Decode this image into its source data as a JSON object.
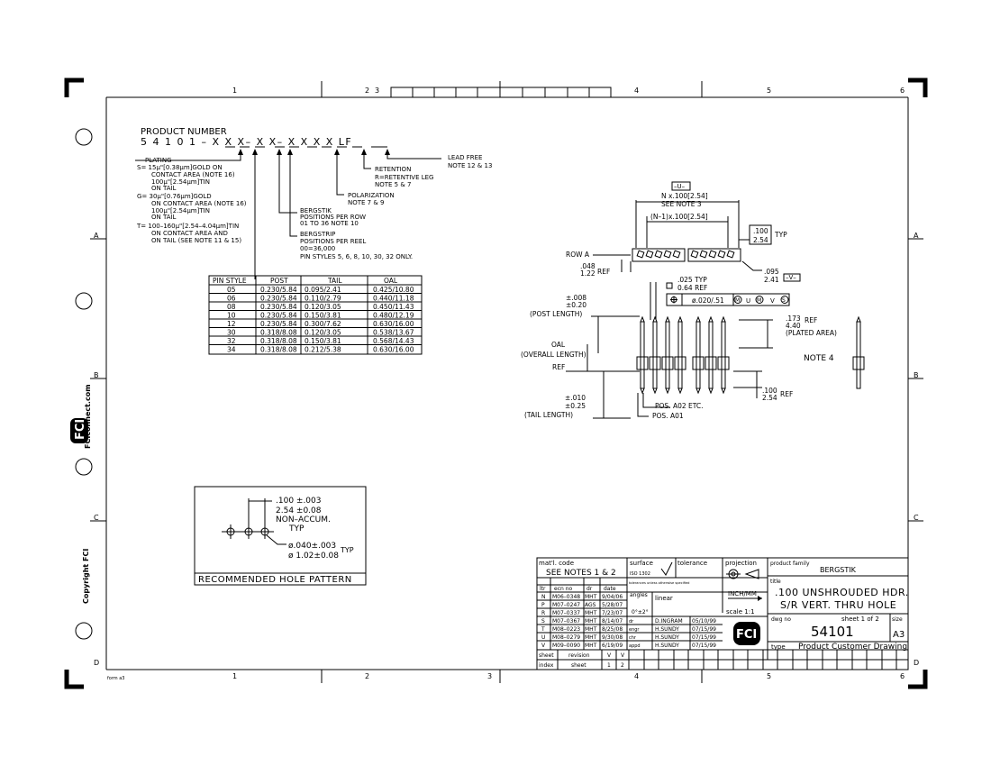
{
  "frame": {
    "zones_top": [
      "1",
      "2",
      "3",
      "4",
      "5",
      "6"
    ],
    "zones_bottom": [
      "1",
      "2",
      "3",
      "4",
      "5",
      "6"
    ],
    "zones_left": [
      "A",
      "B",
      "C",
      "D"
    ],
    "zones_right": [
      "A",
      "B",
      "C",
      "D"
    ],
    "form_label": "form a3"
  },
  "margin_text": {
    "website": "FCIconnect.com",
    "copyright": "Copyright FCI"
  },
  "part_number": {
    "heading": "PRODUCT NUMBER",
    "code": "5 4 1 0 1 – X X X– X X– X X X X LF"
  },
  "callouts": {
    "plating_title": "PLATING",
    "plating_s": [
      "S= 15µ\"[0.38µm]GOLD ON",
      "CONTACT AREA (NOTE 16)",
      "100µ\"[2.54µm]TIN",
      "ON TAIL"
    ],
    "plating_g": [
      "G= 30µ\"[0.76µm]GOLD",
      "ON CONTACT AREA (NOTE 16)",
      "100µ\"[2.54µm]TIN",
      "ON TAIL"
    ],
    "plating_t": [
      "T= 100–160µ\"[2.54–4.04µm]TIN",
      "ON CONTACT AREA AND",
      "ON TAIL (SEE NOTE 11 & 15)"
    ],
    "bergstik": [
      "BERGSTIK",
      "POSITIONS PER ROW",
      "01 TO 36 NOTE 10"
    ],
    "bergstrip": [
      "BERGSTRIP",
      "POSITIONS PER REEL",
      "00=36,000",
      "PIN STYLES 5, 6, 8, 10, 30, 32 ONLY."
    ],
    "polarization": [
      "POLARIZATION",
      "NOTE 7 & 9"
    ],
    "retention": [
      "RETENTION",
      "R=RETENTIVE LEG",
      "NOTE 5 & 7"
    ],
    "lead_free": [
      "LEAD FREE",
      "NOTE 12 & 13"
    ]
  },
  "pin_table": {
    "headers": [
      "PIN STYLE",
      "POST",
      "TAIL",
      "OAL"
    ],
    "rows": [
      [
        "05",
        "0.230/5.84",
        "0.095/2.41",
        "0.425/10.80"
      ],
      [
        "06",
        "0.230/5.84",
        "0.110/2.79",
        "0.440/11.18"
      ],
      [
        "08",
        "0.230/5.84",
        "0.120/3.05",
        "0.450/11.43"
      ],
      [
        "10",
        "0.230/5.84",
        "0.150/3.81",
        "0.480/12.19"
      ],
      [
        "12",
        "0.230/5.84",
        "0.300/7.62",
        "0.630/16.00"
      ],
      [
        "30",
        "0.318/8.08",
        "0.120/3.05",
        "0.538/13.67"
      ],
      [
        "32",
        "0.318/8.08",
        "0.150/3.81",
        "0.568/14.43"
      ],
      [
        "34",
        "0.318/8.08",
        "0.212/5.38",
        "0.630/16.00"
      ]
    ]
  },
  "hole_pattern": {
    "dim1": ".100 ±.003",
    "dim2": "2.54 ±0.08",
    "dim3": "NON–ACCUM.",
    "dim4": "TYP",
    "dia1": "ø.040±.003",
    "dia2": "ø 1.02±0.08",
    "typ": "TYP",
    "title": "RECOMMENDED HOLE PATTERN"
  },
  "top_view": {
    "datum_u": "–U–",
    "n_pitch": "N x.100[2.54]",
    "see_note3": "SEE NOTE 3",
    "n1_pitch": "(N–1)x.100[2.54]",
    "pitch_box1": ".100",
    "pitch_box2": "2.54",
    "typ": "TYP",
    "row_a": "ROW A",
    "ref048a": ".048",
    "ref048b": "1.22",
    "ref_label": "REF",
    "dim095a": ".095",
    "dim095b": "2.41",
    "datum_v": "–V–"
  },
  "side_view": {
    "sq025a": ".025 TYP",
    "sq025b": "0.64 REF",
    "tolerance_frame": "ø.020/.51",
    "tf_m": "M",
    "tf_u": "U",
    "tf_v": "V",
    "tf_s": "S",
    "post_tol1": "±.008",
    "post_tol2": "±0.20",
    "post_length": "(POST LENGTH)",
    "oal": "OAL",
    "overall_length": "(OVERALL LENGTH)",
    "ref": "REF",
    "tail_tol1": "±.010",
    "tail_tol2": "±0.25",
    "tail_length": "(TAIL LENGTH)",
    "pos_a02": "POS. A02 ETC.",
    "pos_a01": "POS. A01",
    "plated1": ".173",
    "plated2": "4.40",
    "plated3": "(PLATED AREA)",
    "ref_r": "REF",
    "note4": "NOTE 4",
    "dim100a": ".100",
    "dim100b": "2.54",
    "ref_b": "REF"
  },
  "title_block": {
    "matl_code_label": "mat'l. code",
    "matl_code_value": "SEE NOTES 1 & 2",
    "surface_label": "surface",
    "surface_value": "ISO 1302",
    "tolerance_label": "tolerance",
    "tol_small": "tolerances unless otherwise specified",
    "projection_label": "projection",
    "product_family_label": "product family",
    "product_family": "BERGSTIK",
    "title_label": "title",
    "title_line1": ".100 UNSHROUDED HDR.",
    "title_line2": "S/R VERT. THRU HOLE",
    "angles": "angles",
    "angle_val": "0°±2°",
    "linear": "linear",
    "units": "INCH/MM",
    "scale": "scale 1:1",
    "dwg_no_label": "dwg no",
    "dwg_no": "54101",
    "sheet_info": "sheet 1 of 2",
    "size_label": "size",
    "size": "A3",
    "type_label": "type",
    "type_value": "Product Customer Drawing",
    "rev_headers": [
      "ltr",
      "ecn no",
      "dr",
      "date"
    ],
    "revisions": [
      [
        "N",
        "M06–0348",
        "MHT",
        "9/04/06"
      ],
      [
        "P",
        "M07–0247",
        "AGS",
        "5/28/07"
      ],
      [
        "R",
        "M07–0337",
        "MHT",
        "7/23/07"
      ],
      [
        "S",
        "M07–0367",
        "MHT",
        "8/14/07"
      ],
      [
        "T",
        "M08–0223",
        "MHT",
        "8/25/08"
      ],
      [
        "U",
        "M08–0279",
        "MHT",
        "9/30/08"
      ],
      [
        "V",
        "M09–0090",
        "MHT",
        "6/19/09"
      ]
    ],
    "approvals": [
      [
        "dr",
        "D.INGRAM",
        "05/10/99"
      ],
      [
        "engr",
        "H.SUNDY",
        "07/15/99"
      ],
      [
        "chr",
        "H.SUNDY",
        "07/15/99"
      ],
      [
        "appd",
        "H.SUNDY",
        "07/15/99"
      ]
    ],
    "sheet_label": "sheet",
    "revision_label": "revision",
    "index_label": "index",
    "sheet_label2": "sheet",
    "rev_v1": "V",
    "rev_v2": "V",
    "idx1": "1",
    "idx2": "2"
  }
}
